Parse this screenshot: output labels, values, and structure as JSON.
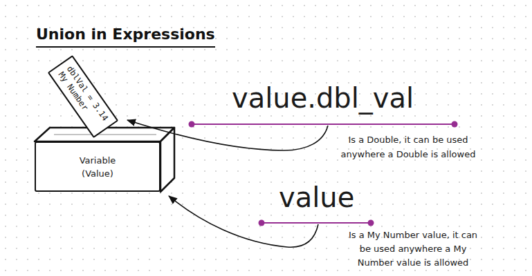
{
  "diagram": {
    "title": "Union in Expressions",
    "nodes": [
      {
        "text": [
          "Variable (Value)"
        ]
      },
      {
        "text": [
          "dblVal = 3.14",
          "My Number"
        ]
      }
    ],
    "labels": [
      "value.dbl_val",
      "Is a Double, it can be used anywhere a Double is allowed",
      "value",
      "Is a My Number value, it can be used anywhere a My Number value is allowed"
    ]
  }
}
